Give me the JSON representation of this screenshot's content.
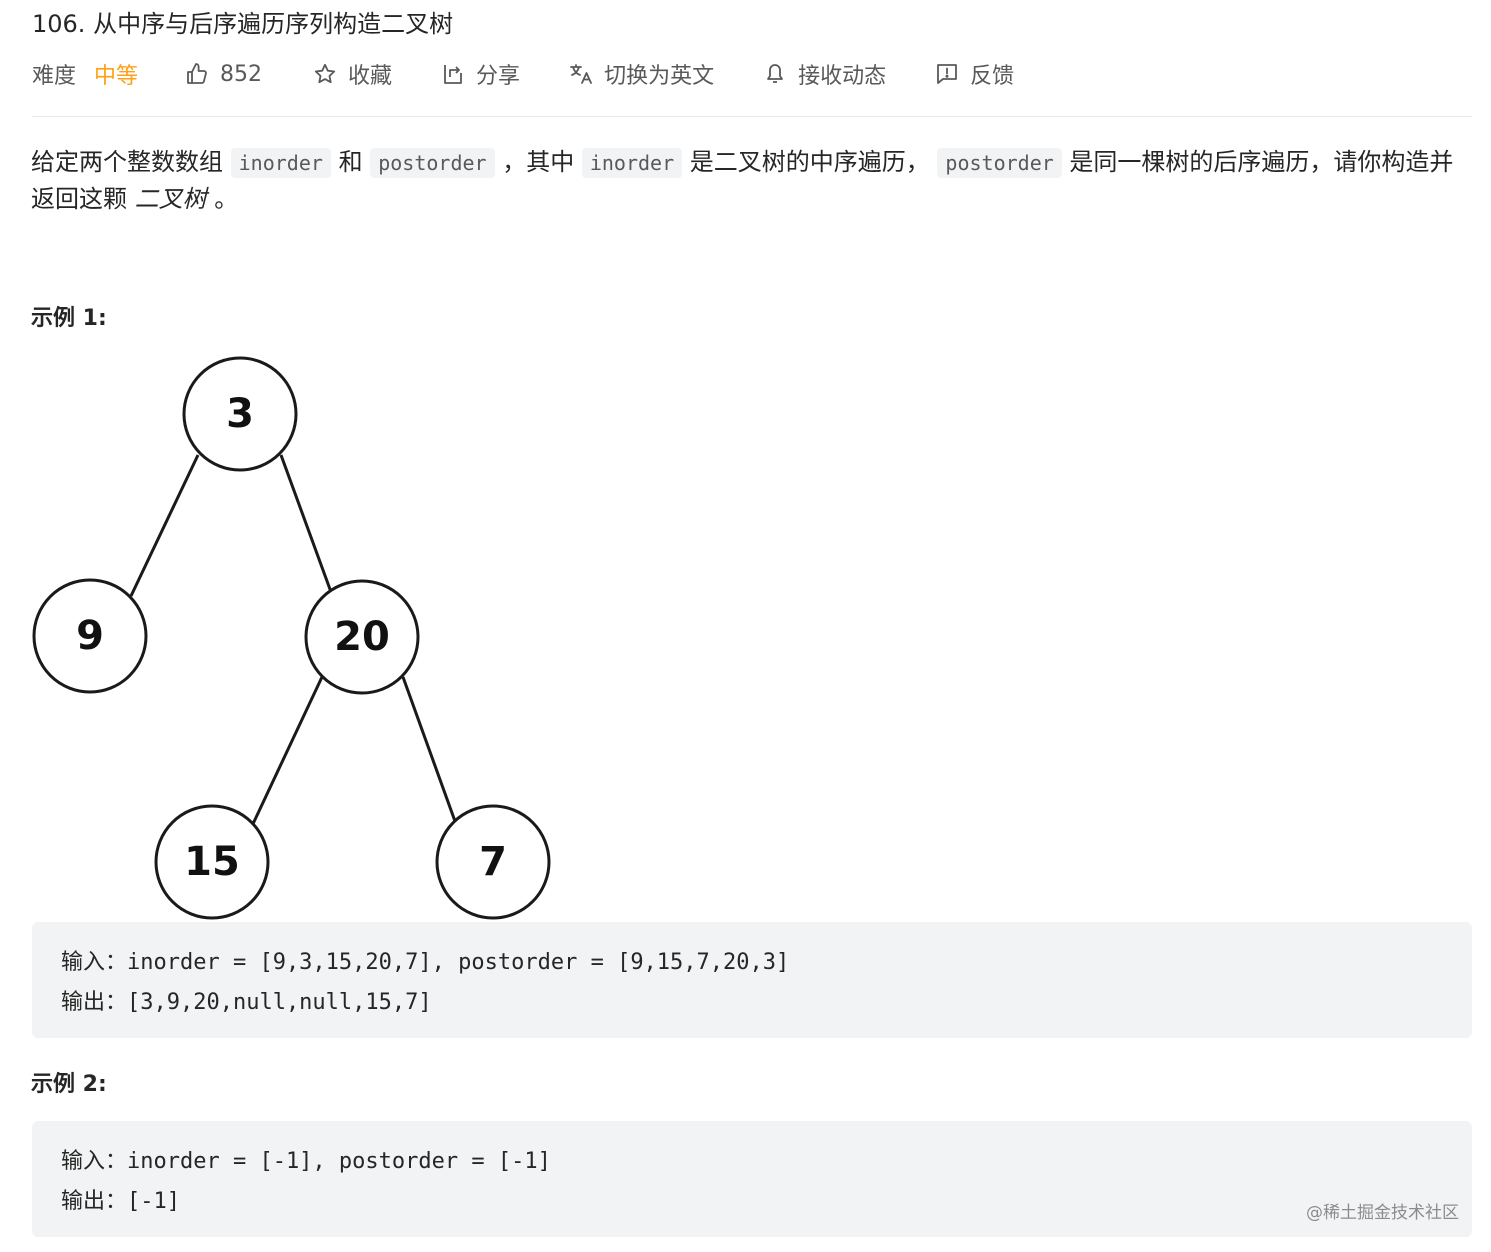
{
  "problem": {
    "title": "106. 从中序与后序遍历序列构造二叉树",
    "difficulty_label": "难度",
    "difficulty_value": "中等",
    "colors": {
      "difficulty": "#ffa116",
      "code_bg": "#f2f3f4"
    }
  },
  "actions": {
    "like_count": "852",
    "favorite_label": "收藏",
    "share_label": "分享",
    "switch_language_label": "切换为英文",
    "notifications_label": "接收动态",
    "feedback_label": "反馈"
  },
  "description": {
    "part1": "给定两个整数数组 ",
    "code1": "inorder",
    "part2": " 和 ",
    "code2": "postorder",
    "part3": " ，其中 ",
    "code3": "inorder",
    "part4": " 是二叉树的中序遍历， ",
    "code4": "postorder",
    "part5": " 是同一棵树的后序遍历，请你构造并返回这颗 ",
    "emphasis": "二叉树",
    "part6": " 。"
  },
  "examples": [
    {
      "title": "示例 1:",
      "tree_nodes": [
        "3",
        "9",
        "20",
        "15",
        "7"
      ],
      "input": "输入：inorder = [9,3,15,20,7], postorder = [9,15,7,20,3]",
      "output": "输出：[3,9,20,null,null,15,7]"
    },
    {
      "title": "示例 2:",
      "input": "输入：inorder = [-1], postorder = [-1]",
      "output": "输出：[-1]"
    }
  ],
  "watermark": "@稀土掘金技术社区"
}
